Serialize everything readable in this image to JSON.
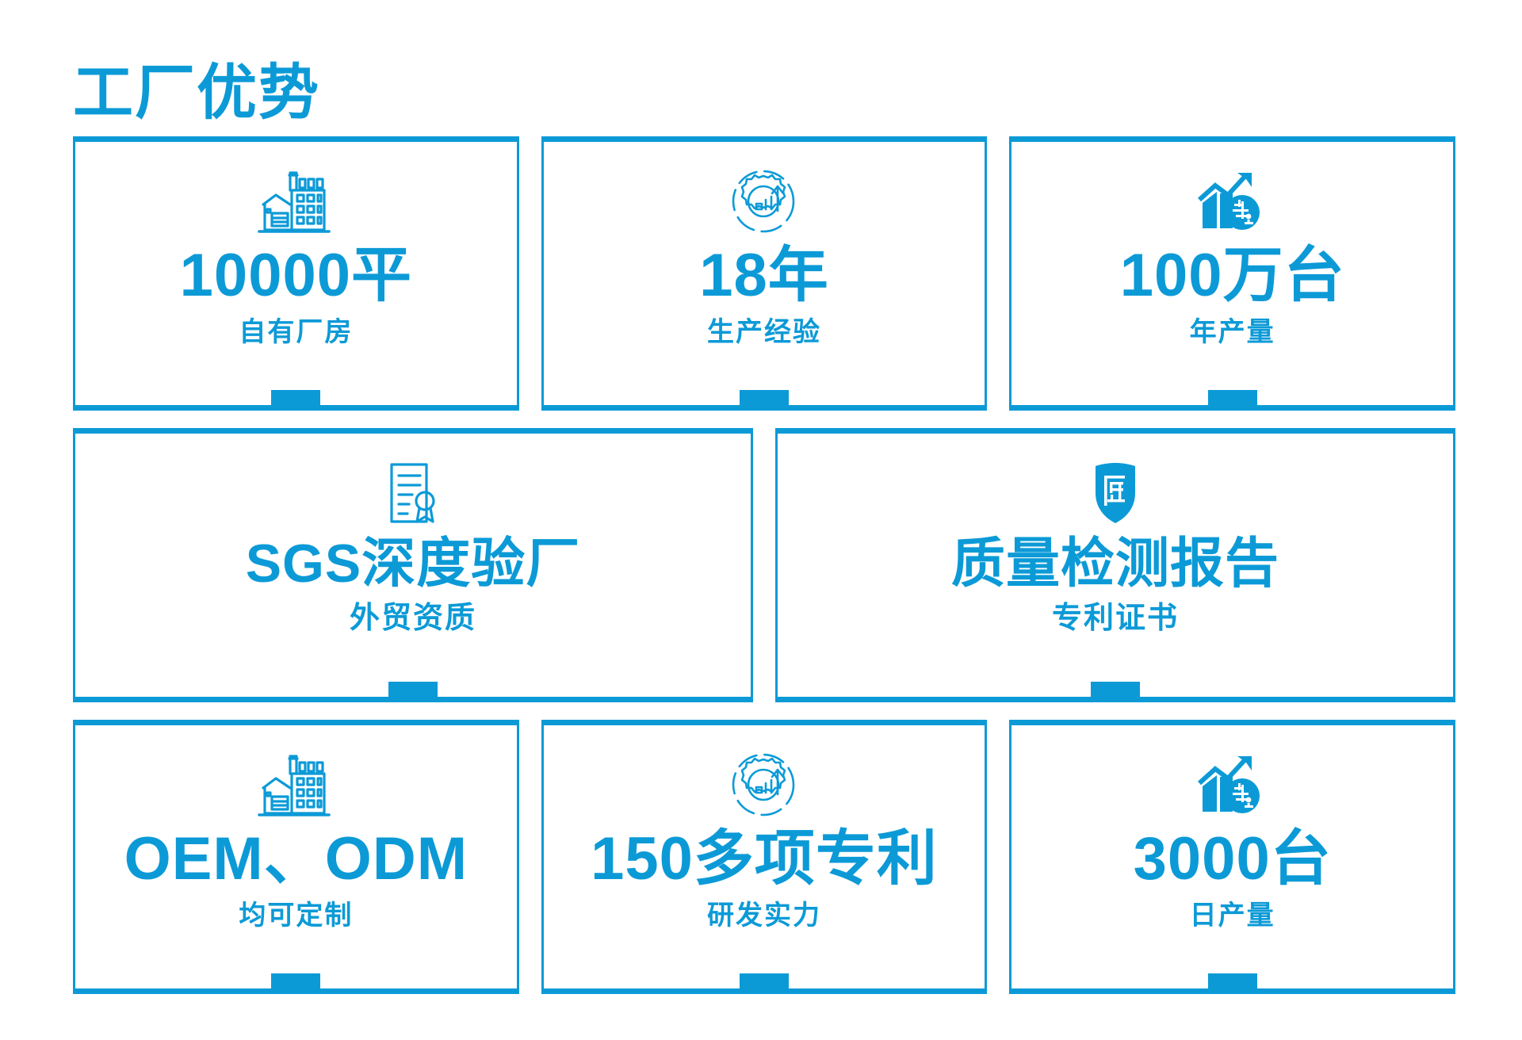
{
  "page": {
    "title": "工厂优势",
    "accent_color": "#0C9AD7",
    "background_color": "#FFFFFF"
  },
  "cards": [
    {
      "id": "factory-area",
      "icon": "factory-building-icon",
      "headline": "10000平",
      "subline": "自有厂房",
      "row": 1,
      "span": 1
    },
    {
      "id": "production-experience",
      "icon": "gear-growth-chart-icon",
      "headline": "18年",
      "subline": "生产经验",
      "row": 1,
      "span": 1
    },
    {
      "id": "annual-output",
      "icon": "growth-arrow-year-coin-icon",
      "headline": "100万台",
      "subline": "年产量",
      "row": 1,
      "span": 1
    },
    {
      "id": "sgs-audit",
      "icon": "certificate-award-icon",
      "headline": "SGS深度验厂",
      "subline": "外贸资质",
      "row": 2,
      "span": 2
    },
    {
      "id": "quality-report",
      "icon": "quality-shield-icon",
      "headline": "质量检测报告",
      "subline": "专利证书",
      "row": 2,
      "span": 2
    },
    {
      "id": "oem-odm",
      "icon": "factory-building-icon",
      "headline": "OEM、ODM",
      "subline": "均可定制",
      "row": 3,
      "span": 1
    },
    {
      "id": "patents",
      "icon": "gear-growth-chart-icon",
      "headline": "150多项专利",
      "subline": "研发实力",
      "row": 3,
      "span": 1
    },
    {
      "id": "daily-output",
      "icon": "growth-arrow-year-coin-icon",
      "headline": "3000台",
      "subline": "日产量",
      "row": 3,
      "span": 1
    }
  ]
}
